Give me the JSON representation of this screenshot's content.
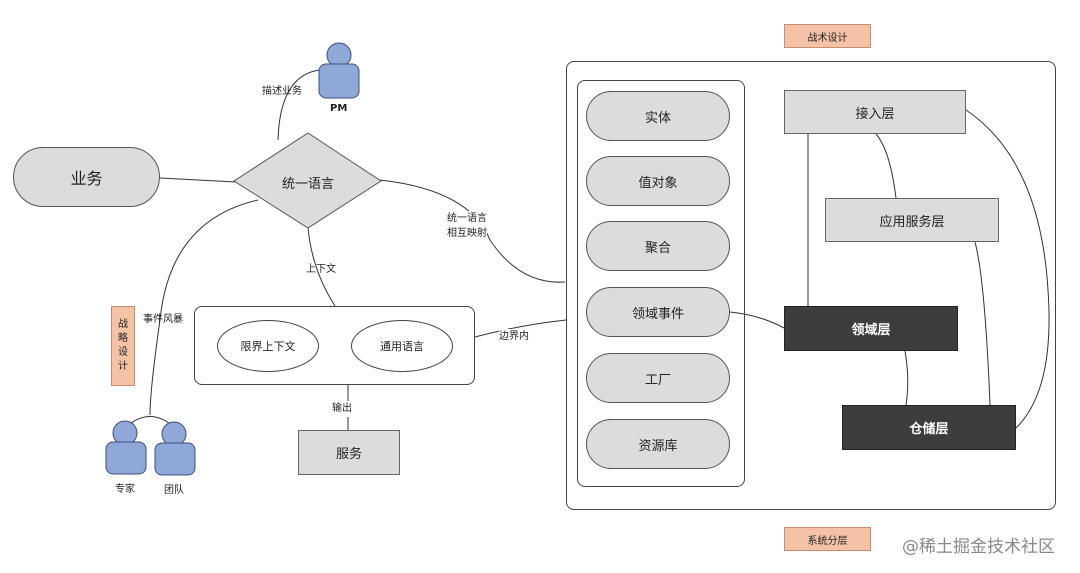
{
  "tags": {
    "tactical_design": "战术设计",
    "strategic_design": [
      "战",
      "略",
      "设",
      "计"
    ],
    "system_layers": "系统分层"
  },
  "nodes": {
    "business": "业务",
    "ubiquitous_language": "统一语言",
    "bounded_context": "限界上下文",
    "common_language": "通用语言",
    "service": "服务"
  },
  "people": {
    "pm": "PM",
    "expert": "专家",
    "team": "团队"
  },
  "edge_labels": {
    "describe_business": "描述业务",
    "context": "上下文",
    "event_storming": "事件风暴",
    "mapping_line1": "统一语言",
    "mapping_line2": "相互映射",
    "within_boundary": "边界内",
    "output": "输出"
  },
  "tactical_items": [
    "实体",
    "值对象",
    "聚合",
    "领域事件",
    "工厂",
    "资源库"
  ],
  "layers": {
    "access": "接入层",
    "application": "应用服务层",
    "domain": "领域层",
    "repository": "仓储层"
  },
  "watermark": "@稀土掘金技术社区",
  "colors": {
    "node_fill": "#dcdcdc",
    "person_fill": "#8fa8d8",
    "tag_fill": "#f3c2a7",
    "dark_layer": "#3d3d3d"
  }
}
